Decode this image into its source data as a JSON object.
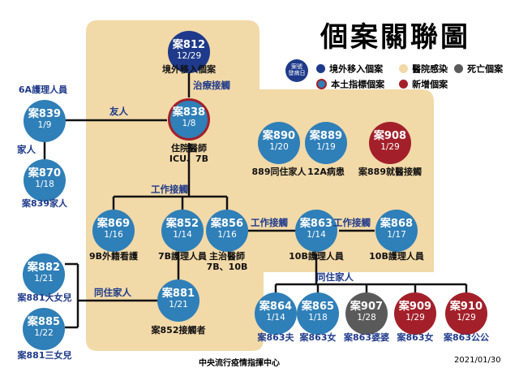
{
  "title": "個案關聯圖",
  "legend": {
    "sample_case": "案號",
    "sample_date": "發病日",
    "items": [
      {
        "label": "境外移入個案",
        "color": "#1f3a8a"
      },
      {
        "label": "醫院感染",
        "color": "#f2d9a8"
      },
      {
        "label": "死亡個案",
        "color": "#5a5a5a"
      },
      {
        "label": "本土指標個案",
        "color": "#2f7fb8"
      },
      {
        "label": "新增個案",
        "color": "#a3202a"
      }
    ]
  },
  "colors": {
    "import": "#1f3a8a",
    "local": "#2f7fb8",
    "dead": "#5a5a5a",
    "new": "#a3202a",
    "hospital": "#f2d9a8"
  },
  "nodes": {
    "n812": {
      "case": "案812",
      "date": "12/29",
      "label": "境外移入個案"
    },
    "n838": {
      "case": "案838",
      "date": "1/8",
      "label": "住院醫師\nICU、7B"
    },
    "n839": {
      "case": "案839",
      "date": "1/9",
      "label": "6A護理人員"
    },
    "n870": {
      "case": "案870",
      "date": "1/18",
      "label": "案839家人"
    },
    "n890": {
      "case": "案890",
      "date": "1/20",
      "label": "889同住家人"
    },
    "n889": {
      "case": "案889",
      "date": "1/19",
      "label": "12A病患"
    },
    "n908": {
      "case": "案908",
      "date": "1/29",
      "label": "案889就醫接觸"
    },
    "n869": {
      "case": "案869",
      "date": "1/16",
      "label": "9B外籍看護"
    },
    "n852": {
      "case": "案852",
      "date": "1/14",
      "label": "7B護理人員"
    },
    "n856": {
      "case": "案856",
      "date": "1/16",
      "label": "主治醫師\n7B、10B"
    },
    "n863": {
      "case": "案863",
      "date": "1/14",
      "label": "10B護理人員"
    },
    "n868": {
      "case": "案868",
      "date": "1/17",
      "label": "10B護理人員"
    },
    "n881": {
      "case": "案881",
      "date": "1/21",
      "label": "案852接觸者"
    },
    "n882": {
      "case": "案882",
      "date": "1/21",
      "label": "案881大女兒"
    },
    "n885": {
      "case": "案885",
      "date": "1/22",
      "label": "案881三女兒"
    },
    "n864": {
      "case": "案864",
      "date": "1/14",
      "label": "案863夫"
    },
    "n865": {
      "case": "案865",
      "date": "1/18",
      "label": "案863女"
    },
    "n907": {
      "case": "案907",
      "date": "1/28",
      "label": "案863婆婆"
    },
    "n909": {
      "case": "案909",
      "date": "1/29",
      "label": "案863女"
    },
    "n910": {
      "case": "案910",
      "date": "1/29",
      "label": "案863公公"
    }
  },
  "edges": {
    "treatment": "治療接觸",
    "friend": "友人",
    "family": "家人",
    "work1": "工作接觸",
    "work2": "工作接觸",
    "work3": "工作接觸",
    "cohabit1": "同住家人",
    "cohabit2": "同住家人"
  },
  "footer": {
    "source": "中央流行疫情指揮中心",
    "date": "2021/01/30"
  }
}
